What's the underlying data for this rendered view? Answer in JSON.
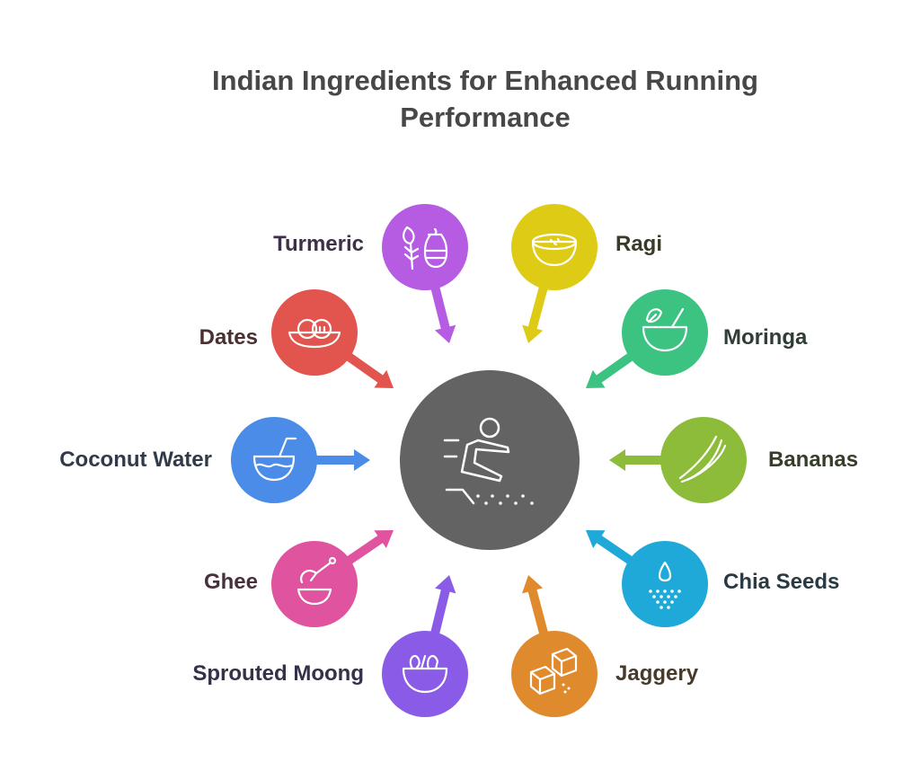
{
  "title": {
    "line1": "Indian Ingredients for Enhanced Running",
    "line2": "Performance"
  },
  "center": {
    "icon": "runner-icon",
    "color": "#636363"
  },
  "ingredients": [
    {
      "label": "Turmeric",
      "color": "#b55ce3",
      "text_color": "#3e3048",
      "icon": "turmeric-spice-icon"
    },
    {
      "label": "Ragi",
      "color": "#decb16",
      "text_color": "#3b3a28",
      "icon": "bowl-icon"
    },
    {
      "label": "Dates",
      "color": "#e2554e",
      "text_color": "#4a3030",
      "icon": "dates-bowl-icon"
    },
    {
      "label": "Moringa",
      "color": "#3cc382",
      "text_color": "#2e3e36",
      "icon": "mortar-leaf-icon"
    },
    {
      "label": "Coconut Water",
      "color": "#4a8ce8",
      "text_color": "#303a48",
      "icon": "coconut-icon"
    },
    {
      "label": "Bananas",
      "color": "#8cbc3a",
      "text_color": "#363e2a",
      "icon": "banana-icon"
    },
    {
      "label": "Ghee",
      "color": "#e0549f",
      "text_color": "#48303e",
      "icon": "honey-dipper-icon"
    },
    {
      "label": "Chia Seeds",
      "color": "#1fa9d9",
      "text_color": "#2a3a42",
      "icon": "seeds-drop-icon"
    },
    {
      "label": "Sprouted Moong",
      "color": "#8a5be6",
      "text_color": "#363048",
      "icon": "sprouts-bowl-icon"
    },
    {
      "label": "Jaggery",
      "color": "#e08a2e",
      "text_color": "#463a2a",
      "icon": "jaggery-cubes-icon"
    }
  ]
}
